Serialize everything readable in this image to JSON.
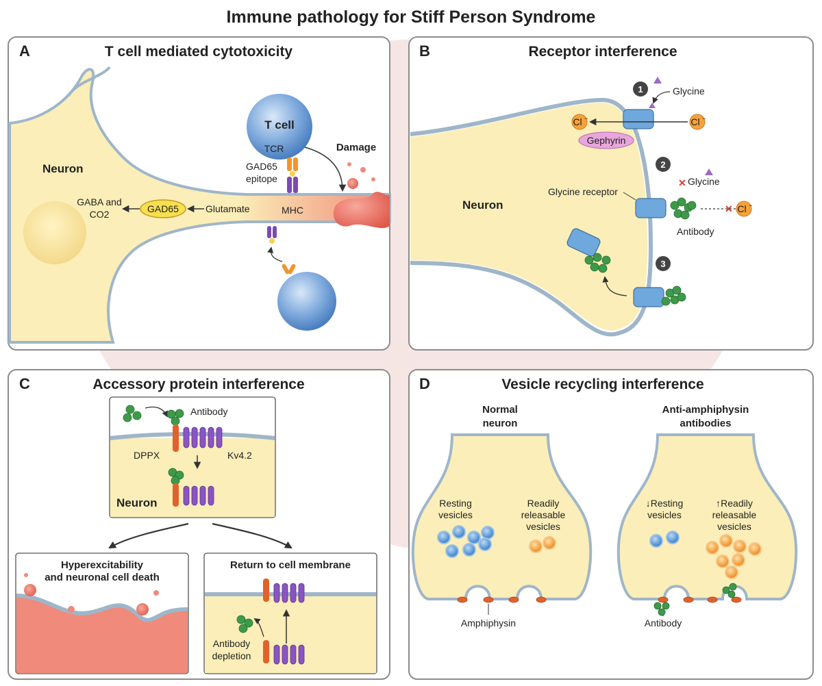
{
  "title": "Immune pathology for Stiff Person Syndrome",
  "panels": {
    "a": {
      "letter": "A",
      "title": "T cell mediated cytotoxicity",
      "neuron": "Neuron",
      "t_cell": "T cell",
      "tcr": "TCR",
      "damage": "Damage",
      "gad65_epitope_line1": "GAD65",
      "gad65_epitope_line2": "epitope",
      "gaba_line1": "GABA and",
      "gaba_line2": "CO2",
      "gad65": "GAD65",
      "glutamate": "Glutamate",
      "mhc": "MHC"
    },
    "b": {
      "letter": "B",
      "title": "Receptor interference",
      "neuron": "Neuron",
      "step1": "1",
      "step2": "2",
      "step3": "3",
      "glycine": "Glycine",
      "glycine_blocked": "Glycine",
      "chloride": "Cl",
      "chloride_charge": "−",
      "gephyrin": "Gephyrin",
      "glycine_receptor": "Glycine receptor",
      "antibody": "Antibody"
    },
    "c": {
      "letter": "C",
      "title": "Accessory protein interference",
      "antibody": "Antibody",
      "dppx": "DPPX",
      "kv42": "Kv4.2",
      "neuron": "Neuron",
      "outcome_left_line1": "Hyperexcitability",
      "outcome_left_line2": "and neuronal cell death",
      "outcome_right": "Return to cell membrane",
      "antibody_depletion_line1": "Antibody",
      "antibody_depletion_line2": "depletion"
    },
    "d": {
      "letter": "D",
      "title": "Vesicle recycling interference",
      "normal_line1": "Normal",
      "normal_line2": "neuron",
      "anti_line1": "Anti-amphiphysin",
      "anti_line2": "antibodies",
      "resting_line1": "Resting",
      "resting_line2": "vesicles",
      "readily_line1": "Readily",
      "readily_line2": "releasable",
      "readily_line3": "vesicles",
      "down_resting_line1": "↓Resting",
      "down_resting_line2": "vesicles",
      "up_readily_line1": "↑Readily",
      "up_readily_line2": "releasable",
      "up_readily_line3": "vesicles",
      "amphiphysin": "Amphiphysin",
      "antibody": "Antibody"
    }
  },
  "colors": {
    "cytoplasm": "#fbeeb8",
    "membrane": "#9fb6c9",
    "tcell": "#6f9fd6",
    "damage": "#e8685c",
    "receptor": "#6fa8dc",
    "antibody": "#3e9a4a",
    "channel": "#7b4bb0",
    "dppx": "#e0622a",
    "chloride": "#f6a23c",
    "resting_vesicle": "#5b9bd5",
    "releasable_vesicle": "#f2a03d"
  }
}
